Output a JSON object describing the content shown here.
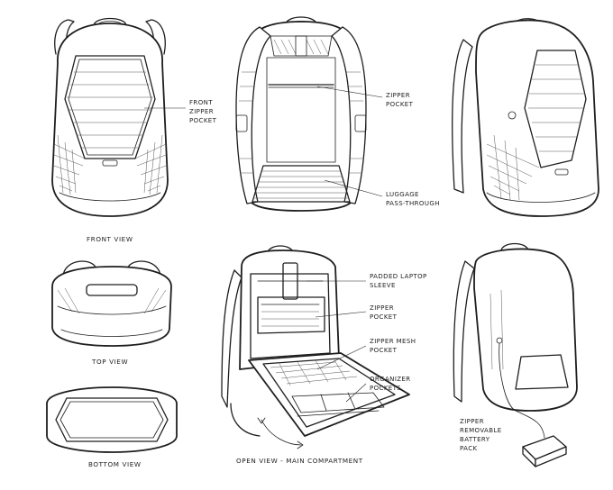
{
  "views": {
    "front": "FRONT VIEW",
    "top": "TOP VIEW",
    "bottom": "BOTTOM VIEW",
    "open": "OPEN VIEW - MAIN COMPARTMENT"
  },
  "callouts": {
    "front_pocket": [
      "FRONT",
      "ZIPPER",
      "POCKET"
    ],
    "back_pocket": [
      "ZIPPER",
      "POCKET"
    ],
    "luggage": [
      "LUGGAGE",
      "PASS-THROUGH"
    ],
    "laptop": [
      "PADDED LAPTOP",
      "SLEEVE"
    ],
    "inner_pocket": [
      "ZIPPER",
      "POCKET"
    ],
    "mesh_pocket": [
      "ZIPPER MESH",
      "POCKET"
    ],
    "organizer": [
      "ORGANIZER",
      "POCKETS"
    ],
    "battery": [
      "ZIPPER",
      "REMOVABLE",
      "BATTERY",
      "PACK"
    ]
  }
}
